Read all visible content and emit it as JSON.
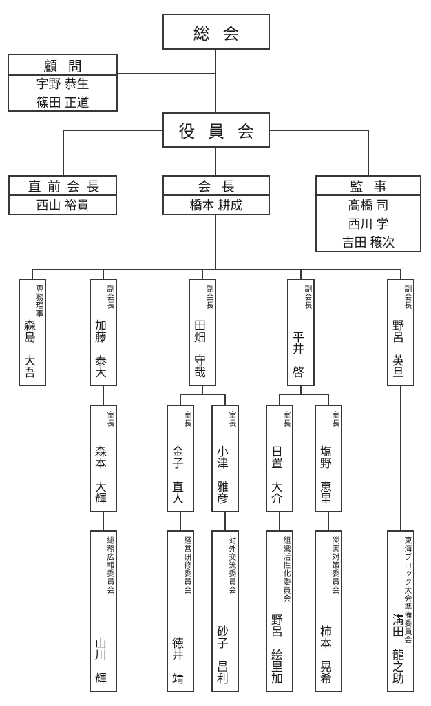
{
  "org": {
    "general_meeting": "総 会",
    "board": "役 員 会",
    "advisors": {
      "title": "顧 問",
      "members": [
        "宇野 恭生",
        "篠田 正道"
      ]
    },
    "past_president": {
      "title": "直 前 会 長",
      "members": [
        "西山 裕貴"
      ]
    },
    "president": {
      "title": "会 長",
      "members": [
        "橋本 耕成"
      ]
    },
    "auditors": {
      "title": "監 事",
      "members": [
        "髙橋 司",
        "西川 学",
        "吉田 穰次"
      ]
    },
    "executives": [
      {
        "title": "専務理事",
        "name": "森島　大吾"
      },
      {
        "title": "副会長",
        "name": "加藤　泰大"
      },
      {
        "title": "副会長",
        "name": "田畑　守哉"
      },
      {
        "title": "副会長",
        "name": "平井　啓"
      },
      {
        "title": "副会長",
        "name": "野呂　英旦"
      }
    ],
    "office_chiefs": [
      {
        "title": "室長",
        "name": "森本　大輝"
      },
      {
        "title": "室長",
        "name": "金子　直人"
      },
      {
        "title": "室長",
        "name": "小津　雅彦"
      },
      {
        "title": "室長",
        "name": "日置　大介"
      },
      {
        "title": "室長",
        "name": "塩野　恵里"
      }
    ],
    "committees": [
      {
        "title": "総務広報委員会",
        "name": "山川　輝"
      },
      {
        "title": "経営研修委員会",
        "name": "徳井　靖"
      },
      {
        "title": "対外交流委員会",
        "name": "砂子　昌利"
      },
      {
        "title": "組織活性化委員会",
        "name": "野呂　絵里加"
      },
      {
        "title": "災害対策委員会",
        "name": "柿本　晃希"
      },
      {
        "title": "東海ブロック大会準備委員会",
        "name": "溝田　龍之助"
      }
    ]
  }
}
